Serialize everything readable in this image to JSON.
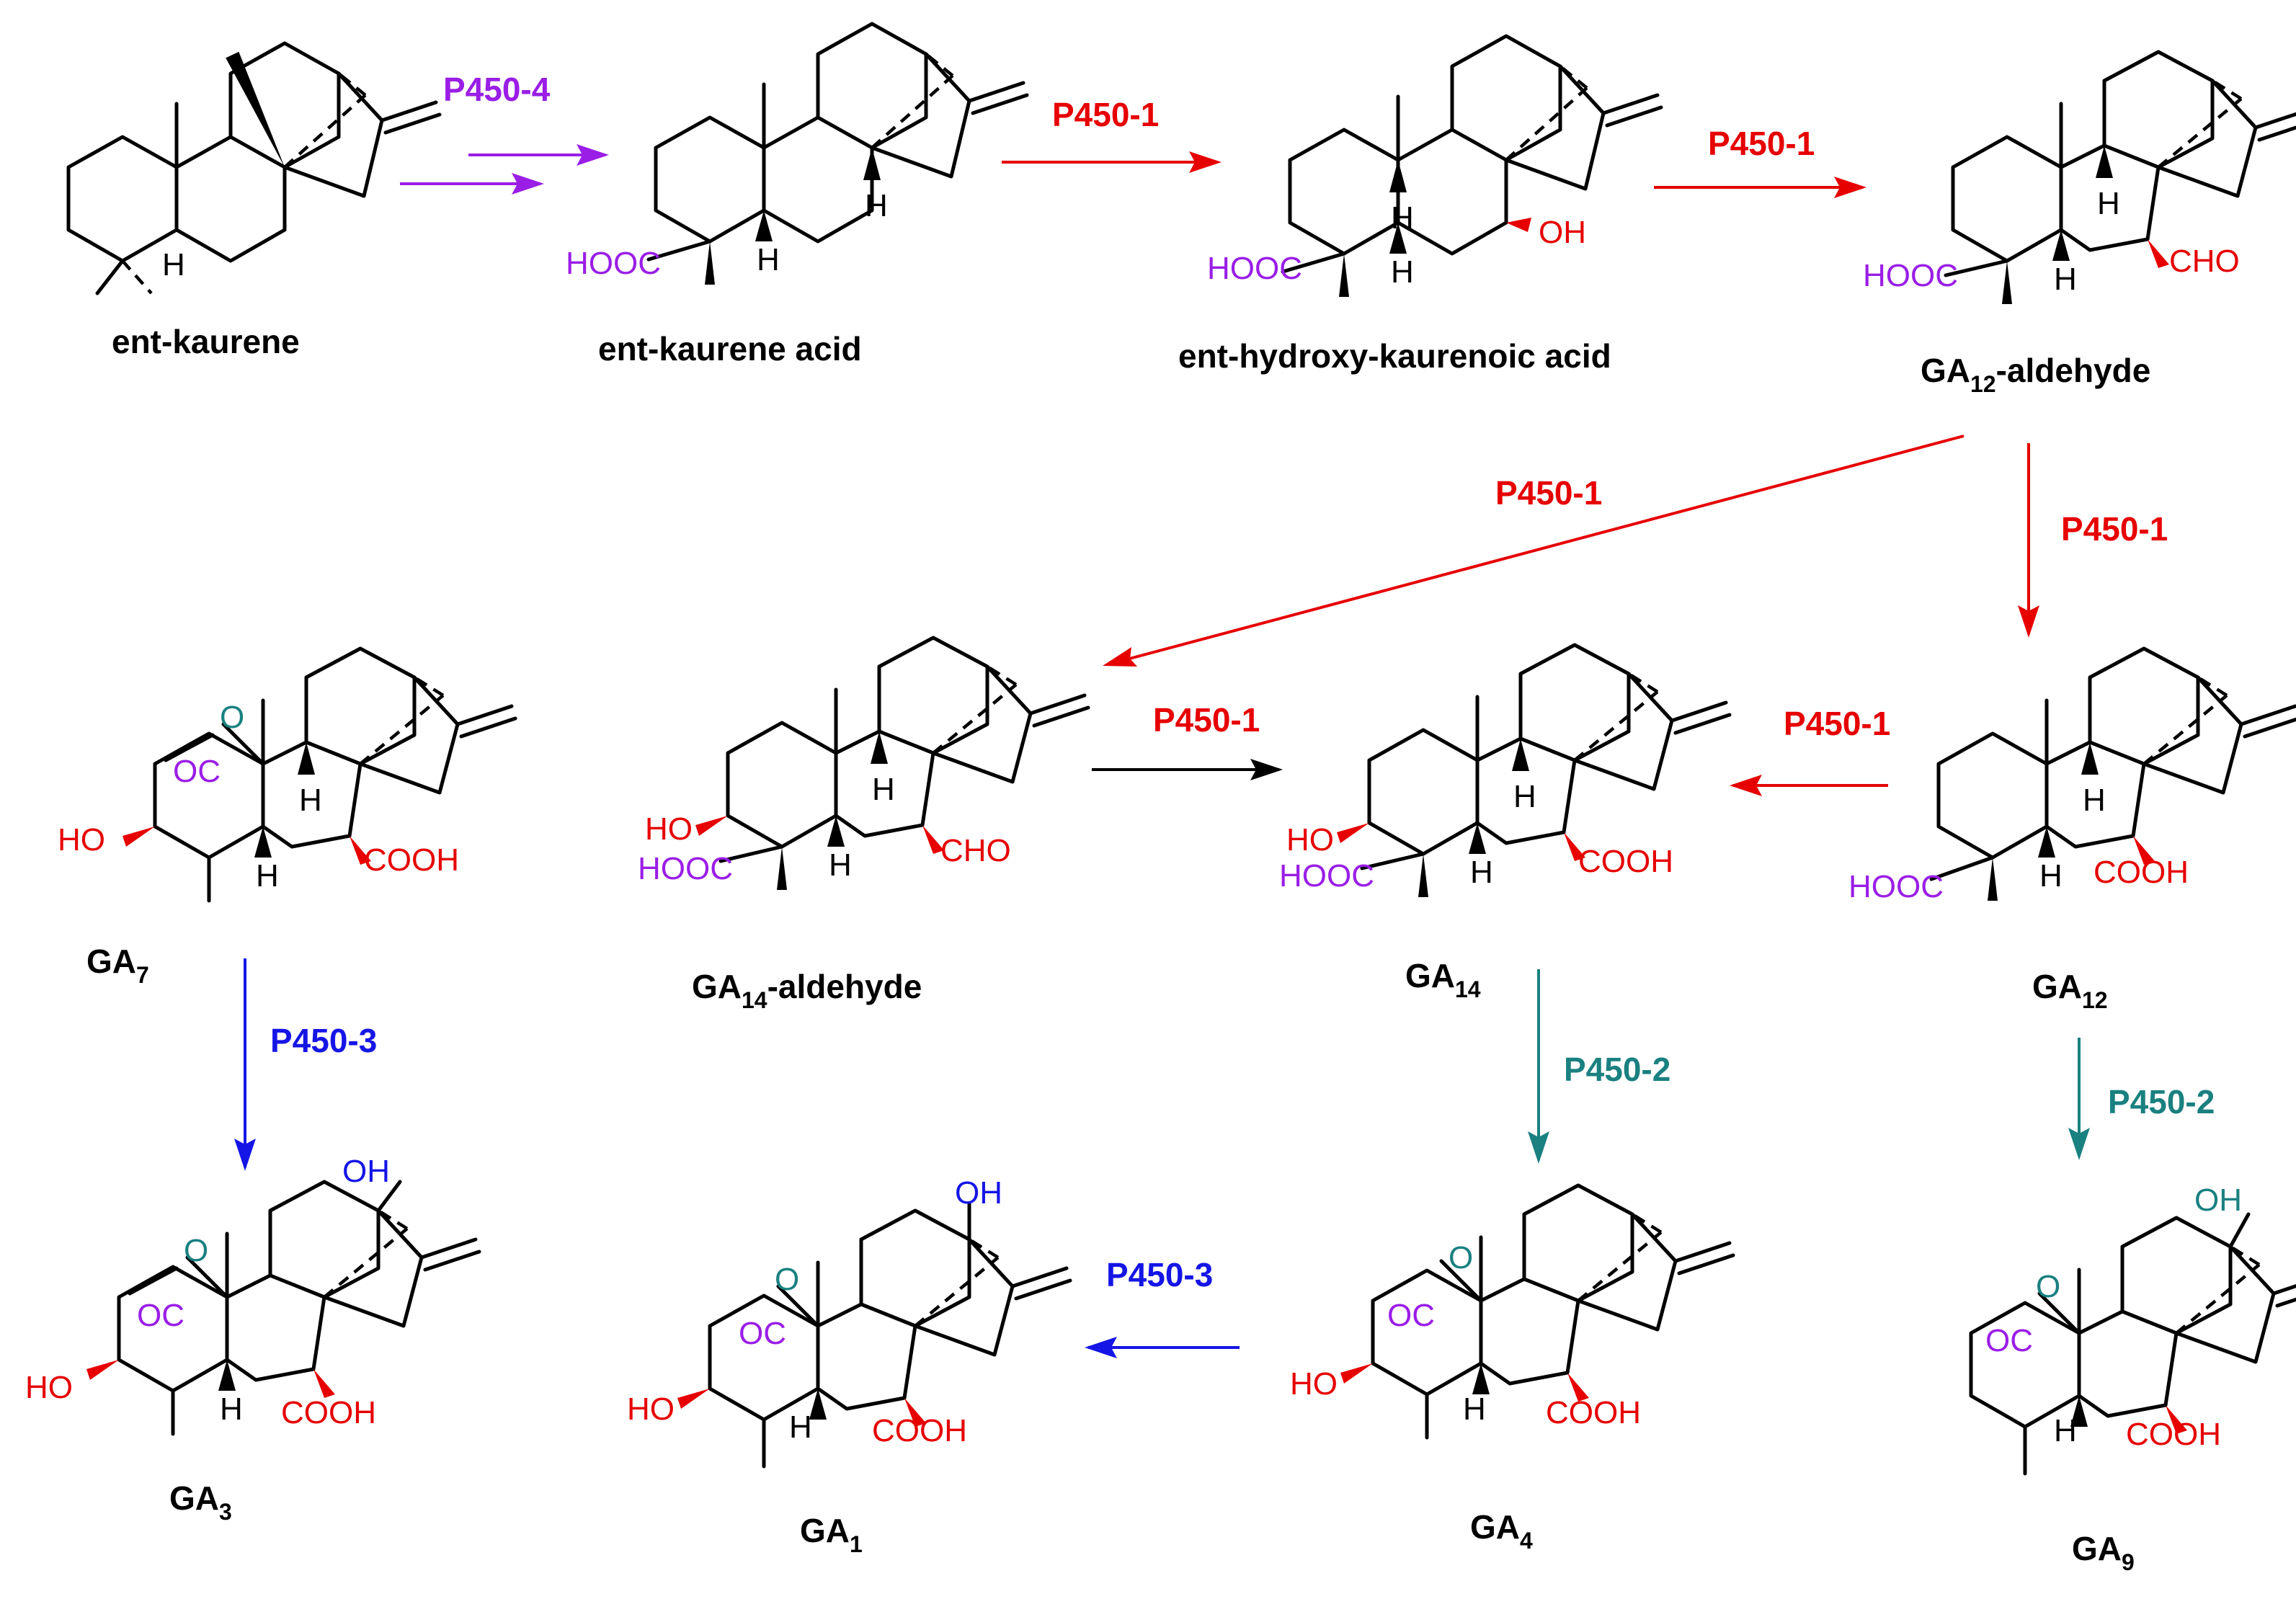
{
  "colors": {
    "p450_1": "#e60000",
    "p450_2": "#1a8080",
    "p450_3": "#1515e6",
    "p450_4": "#9a1ee6",
    "hooc_group": "#9a1ee6",
    "lactone_O": "#1a8080",
    "hydroxyl_OH": "#1515e6",
    "bond": "#000000"
  },
  "atoms": {
    "h": "H",
    "hooc": "HOOC",
    "oh": "OH",
    "ho": "HO",
    "cho": "CHO",
    "cooh": "COOH",
    "oc": "OC",
    "o": "O"
  },
  "compounds": {
    "ent_kaurene": "ent-kaurene",
    "ent_kaurene_acid": "ent-kaurene acid",
    "ent_hydroxy_kaurenoic_acid": "ent-hydroxy-kaurenoic acid",
    "ga12_aldehyde": {
      "prefix": "GA",
      "sub": "12",
      "suffix": "-aldehyde"
    },
    "ga7": {
      "prefix": "GA",
      "sub": "7"
    },
    "ga14_aldehyde": {
      "prefix": "GA",
      "sub": "14",
      "suffix": "-aldehyde"
    },
    "ga14": {
      "prefix": "GA",
      "sub": "14"
    },
    "ga12": {
      "prefix": "GA",
      "sub": "12"
    },
    "ga3": {
      "prefix": "GA",
      "sub": "3"
    },
    "ga1": {
      "prefix": "GA",
      "sub": "1"
    },
    "ga4": {
      "prefix": "GA",
      "sub": "4"
    },
    "ga9": {
      "prefix": "GA",
      "sub": "9"
    }
  },
  "enzymes": {
    "p450_4": "P450-4",
    "p450_1": "P450-1",
    "p450_2": "P450-2",
    "p450_3": "P450-3"
  }
}
